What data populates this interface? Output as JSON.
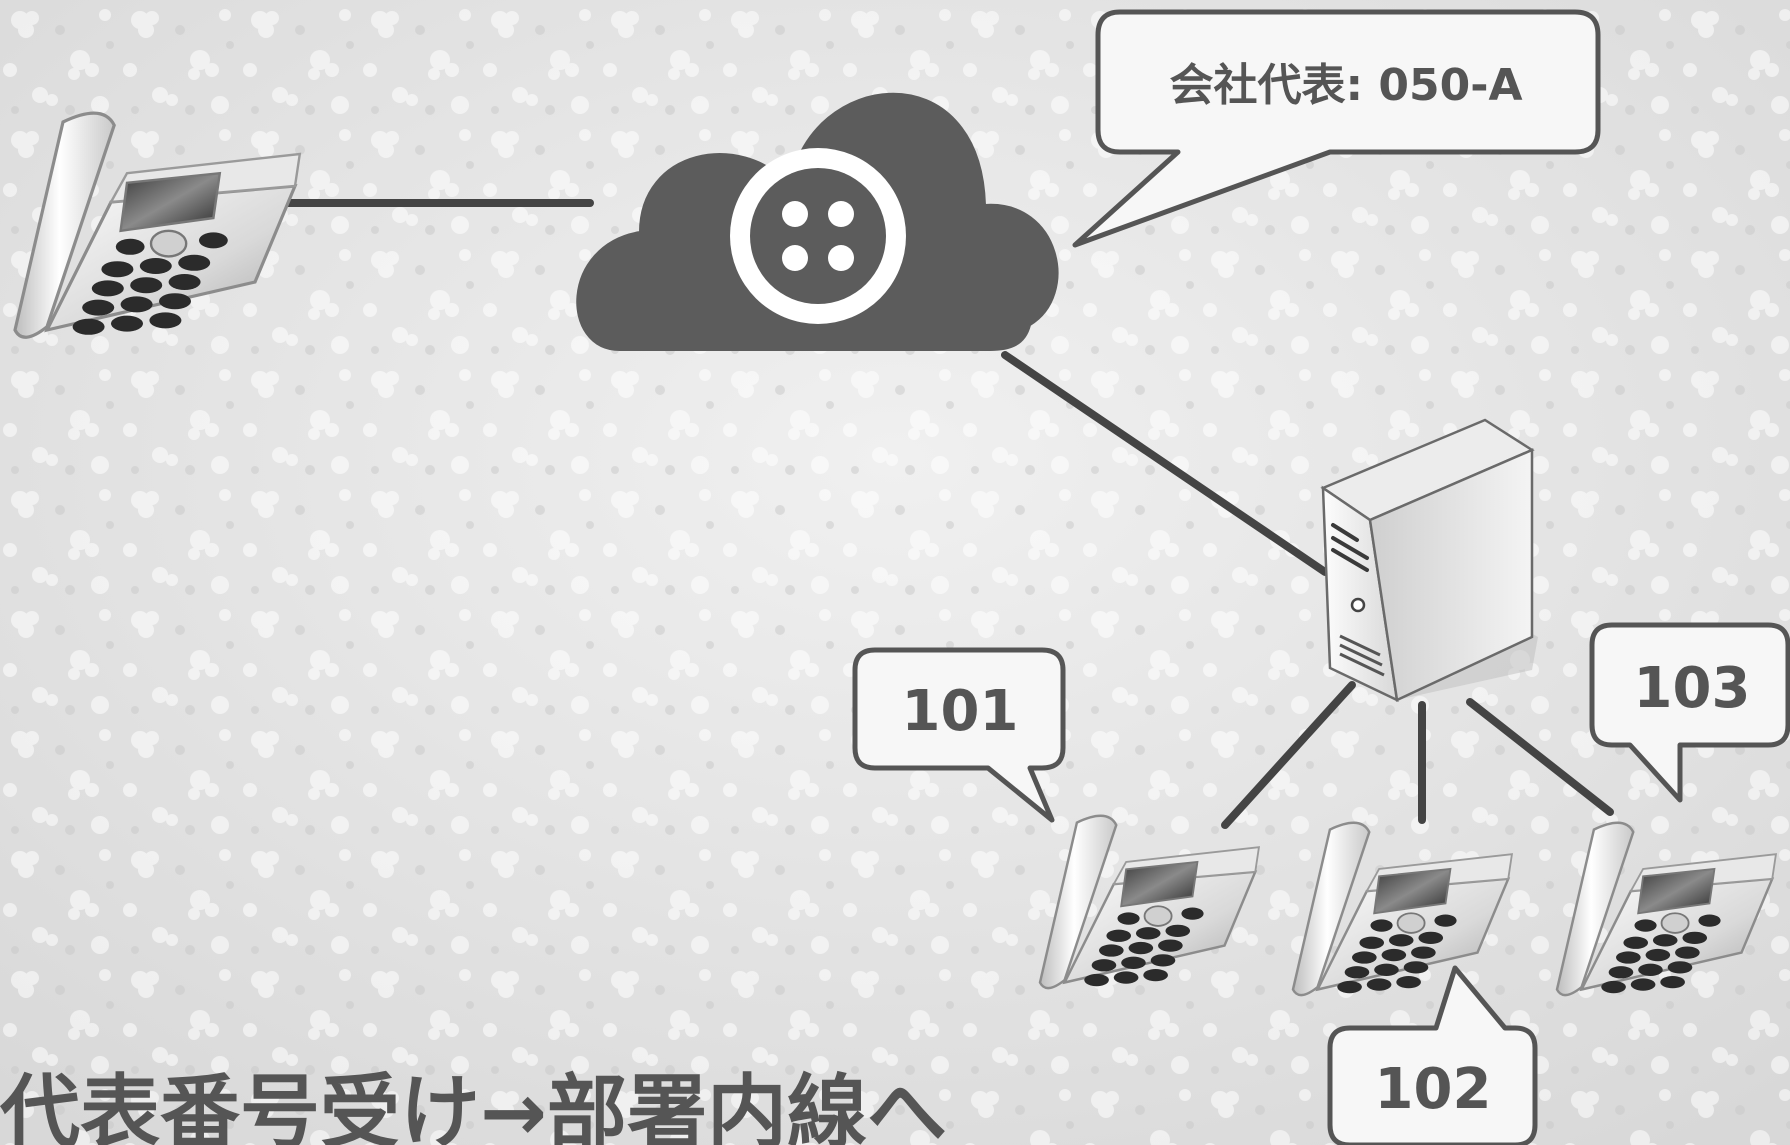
{
  "diagram": {
    "title": "代表番号受け→部署内線へ",
    "cloud_label": "会社代表: 050-A",
    "extensions": [
      {
        "label": "101"
      },
      {
        "label": "102"
      },
      {
        "label": "103"
      }
    ]
  },
  "icons": {
    "external_phone": "desk-phone-icon",
    "cloud": "cloud-service-icon",
    "cloud_logo": "four-dot-logo-icon",
    "server": "pbx-server-icon",
    "extension_phone": "desk-phone-icon"
  },
  "colors": {
    "line": "#444444",
    "cloud": "#5c5c5c",
    "callout_border": "#555555",
    "text": "#555555",
    "background": "#e4e4e4"
  }
}
